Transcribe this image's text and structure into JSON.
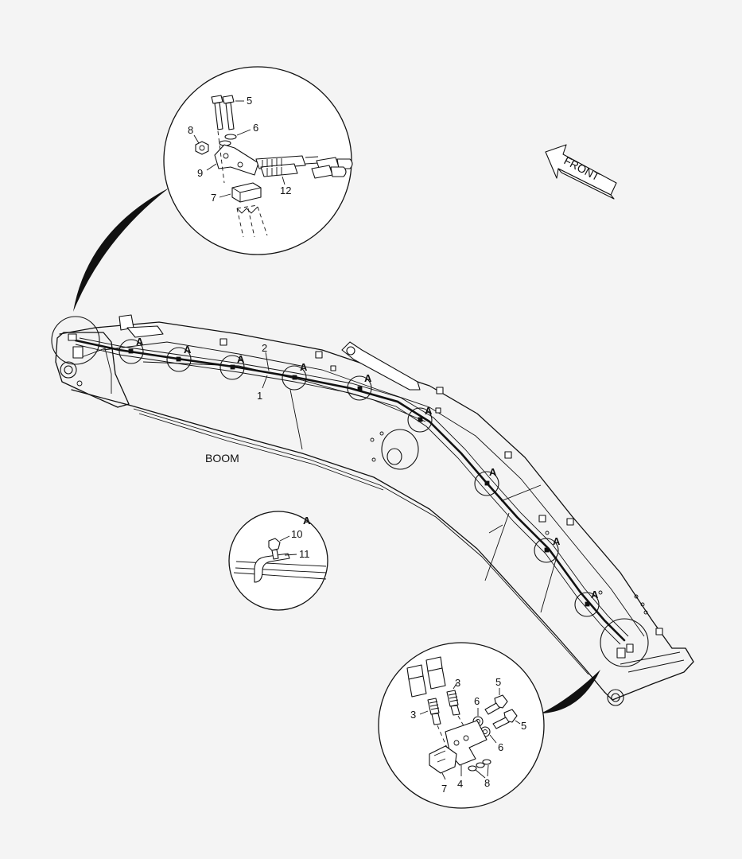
{
  "figure": {
    "boom_label": "BOOM",
    "front_label": "FRONT",
    "detail_letter": "A"
  },
  "callouts": {
    "top_detail": [
      "5",
      "6",
      "8",
      "9",
      "7",
      "12"
    ],
    "boom_main": [
      "2",
      "1"
    ],
    "detail_a": [
      "A",
      "10",
      "11"
    ],
    "bottom_detail": [
      "3",
      "3",
      "5",
      "6",
      "6",
      "5",
      "7",
      "4",
      "8"
    ]
  }
}
